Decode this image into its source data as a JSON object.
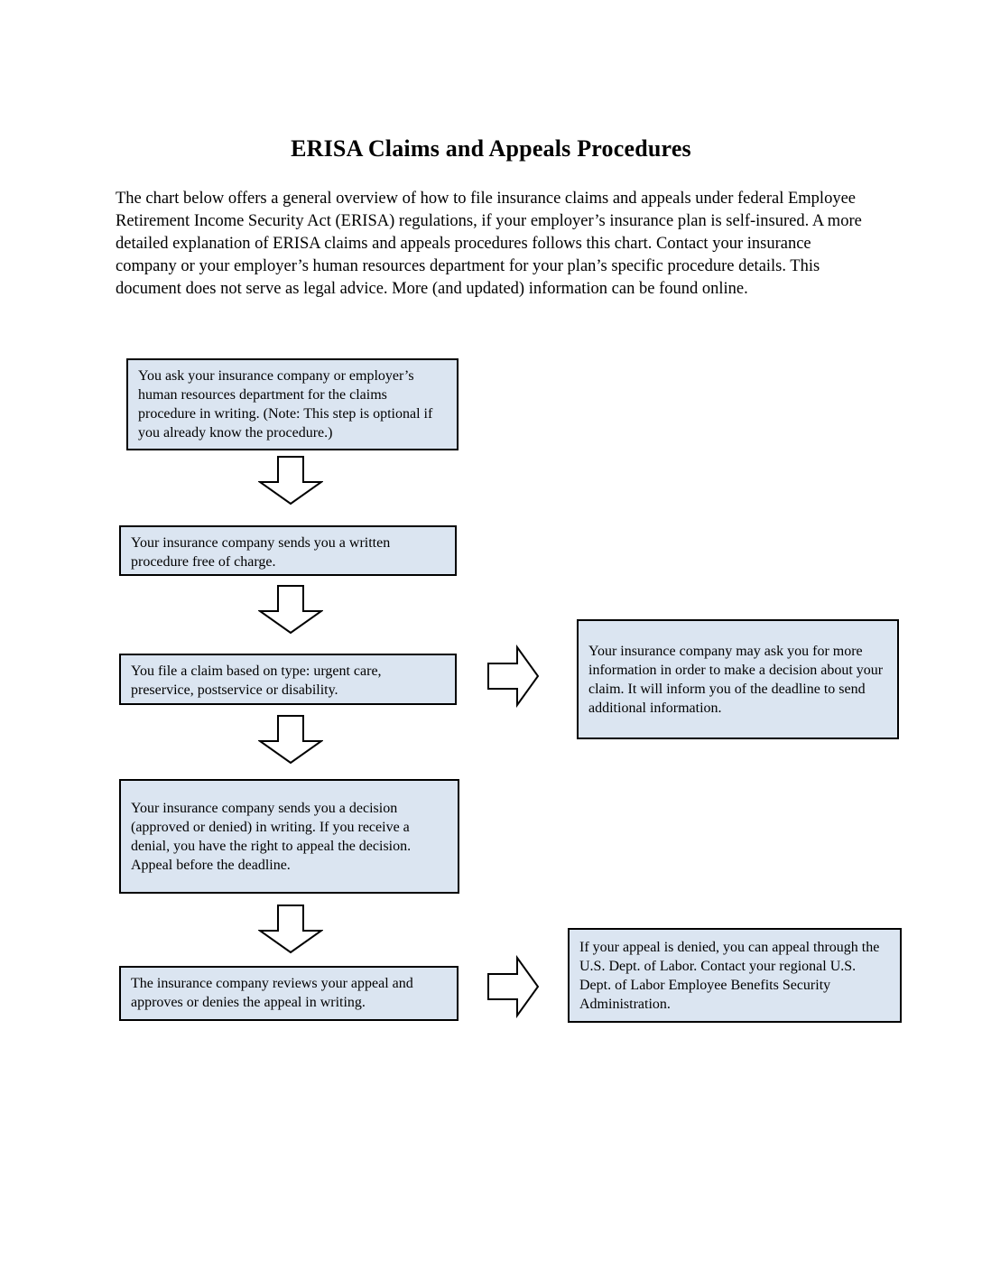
{
  "document": {
    "title": "ERISA Claims and Appeals Procedures",
    "intro": "The chart below offers a general overview of how to file insurance claims and appeals under federal Employee Retirement Income Security Act (ERISA) regulations, if your employer’s insurance plan is self-insured. A more detailed explanation of ERISA claims and appeals procedures follows this chart. Contact your insurance company or your employer’s human resources department for your plan’s specific procedure details.  This document does not serve as legal advice.  More (and updated)  information can be found online."
  },
  "flowchart": {
    "colors": {
      "box_fill": "#dbe5f1",
      "box_border": "#000000",
      "arrow_fill": "#ffffff",
      "arrow_outline": "#000000"
    },
    "steps": [
      {
        "id": "step-1",
        "text": "You ask your insurance company or employer’s human resources department for the claims procedure in writing. (Note: This step is optional if you already know the procedure.)"
      },
      {
        "id": "step-2",
        "text": "Your insurance company sends you a written procedure free of charge."
      },
      {
        "id": "step-3",
        "text": "You file a claim based on type: urgent care, preservice, postservice or disability."
      },
      {
        "id": "step-4",
        "text": "Your insurance company sends you a decision (approved or denied) in writing. If you receive a denial, you have the right to appeal the decision.  Appeal before the deadline."
      },
      {
        "id": "step-5",
        "text": "The insurance company reviews your appeal and approves or denies the appeal in writing."
      }
    ],
    "side_notes": [
      {
        "id": "side-1",
        "text": "Your insurance company may ask you for more information in order to make a decision about your claim. It will inform you of the deadline to send additional information."
      },
      {
        "id": "side-2",
        "text": "If your appeal is denied, you can appeal through the U.S. Dept. of Labor.  Contact your regional U.S. Dept. of Labor Employee Benefits Security Administration."
      }
    ]
  }
}
